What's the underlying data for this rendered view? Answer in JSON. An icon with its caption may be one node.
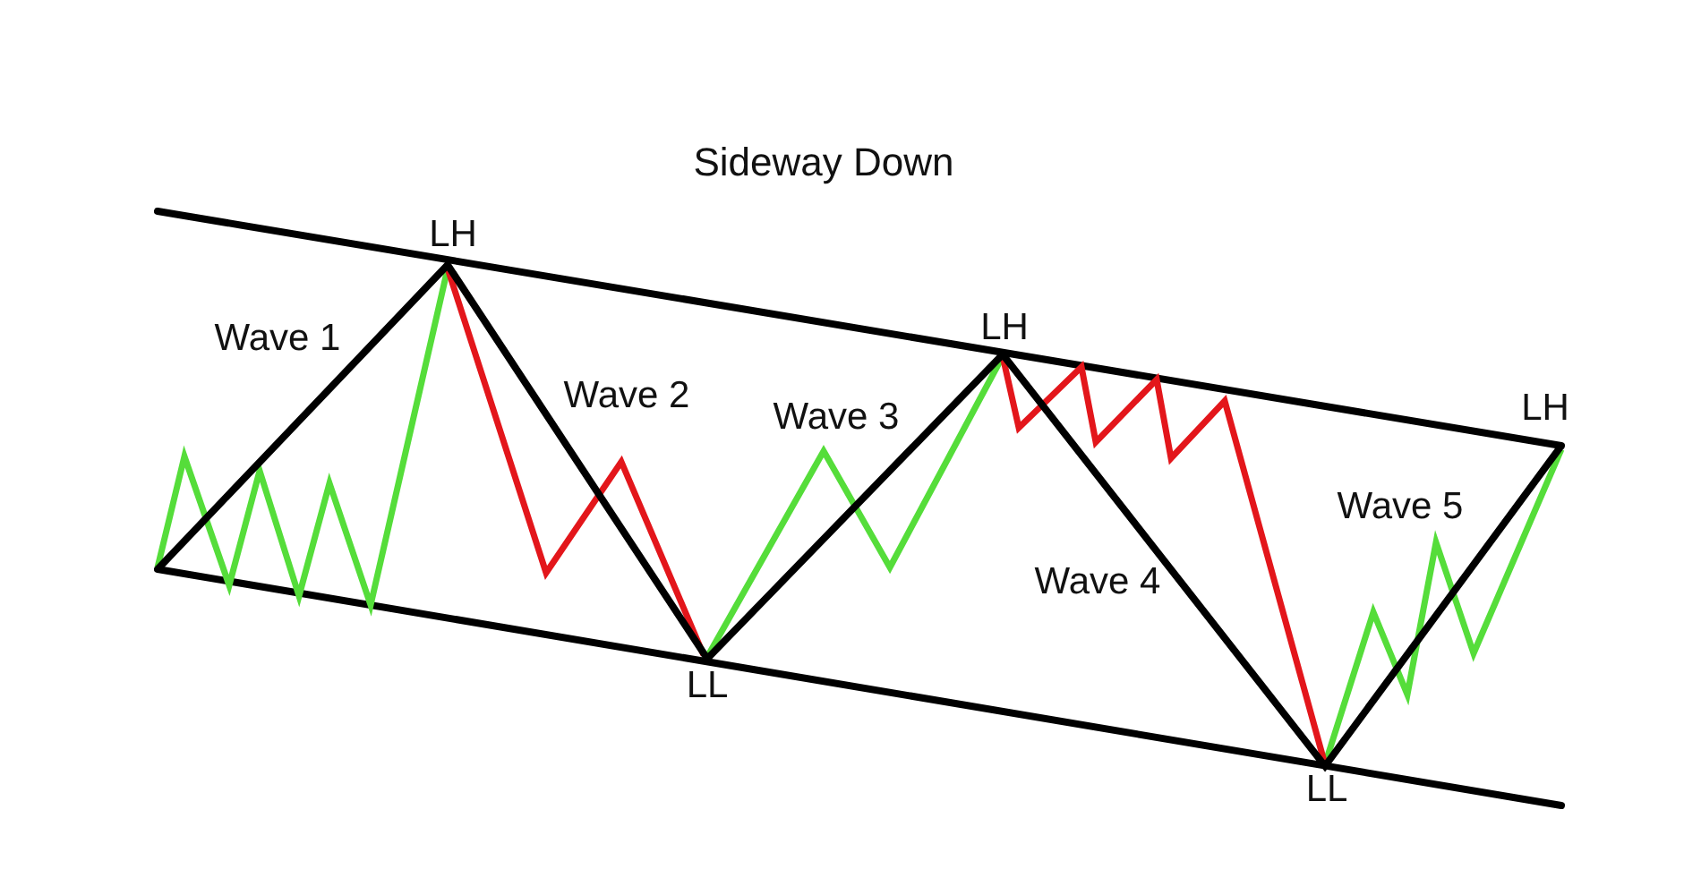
{
  "diagram": {
    "title": "Sideway Down",
    "labels": [
      "LH",
      "Wave 1",
      "Wave 2",
      "LL",
      "Wave 3",
      "LH",
      "Wave 4",
      "LL",
      "Wave 5",
      "LH"
    ]
  }
}
